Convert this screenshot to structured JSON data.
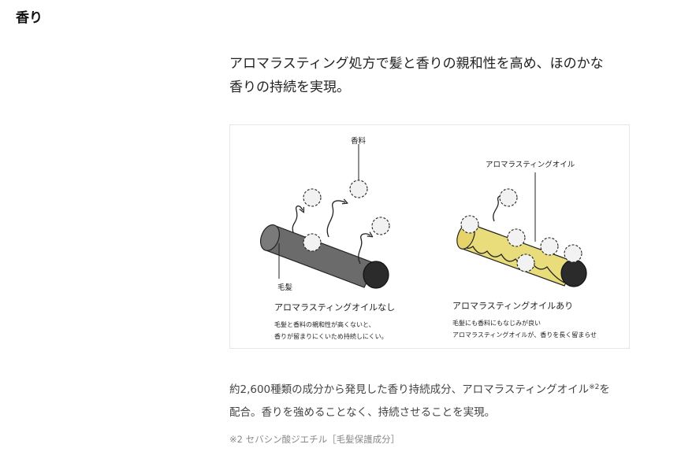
{
  "section": {
    "title": "香り"
  },
  "lead": {
    "line1": "アロマラスティング処方で髪と香りの親和性を高め、ほのかな",
    "line2": "香りの持続を実現。"
  },
  "figure": {
    "left": {
      "fragrance_label": "香料",
      "hair_label": "毛髪",
      "caption": "アロマラスティングオイルなし",
      "note_line1": "毛髪と香料の親和性が高くないと、",
      "note_line2": "香りが留まりにくいため持続しにくい。"
    },
    "right": {
      "oil_label": "アロマラスティングオイル",
      "caption": "アロマラスティングオイルあり",
      "note_line1": "毛髪にも香料にもなじみが良い",
      "note_line2": "アロマラスティングオイルが、香りを長く留まらせ"
    },
    "colors": {
      "hair": "#6b6b6b",
      "hair_end": "#2b2b2b",
      "oil": "#e9dc7a",
      "molecule": "#f2f2f2"
    }
  },
  "body": {
    "line1_pre": "約2,600種類の成分から発見した香り持続成分、アロマラスティングオイル",
    "sup": "※2",
    "line1_post": "を",
    "line2": "配合。香りを強めることなく、持続させることを実現。"
  },
  "footnote": {
    "text": "※2 セバシン酸ジエチル［毛髪保護成分］"
  }
}
